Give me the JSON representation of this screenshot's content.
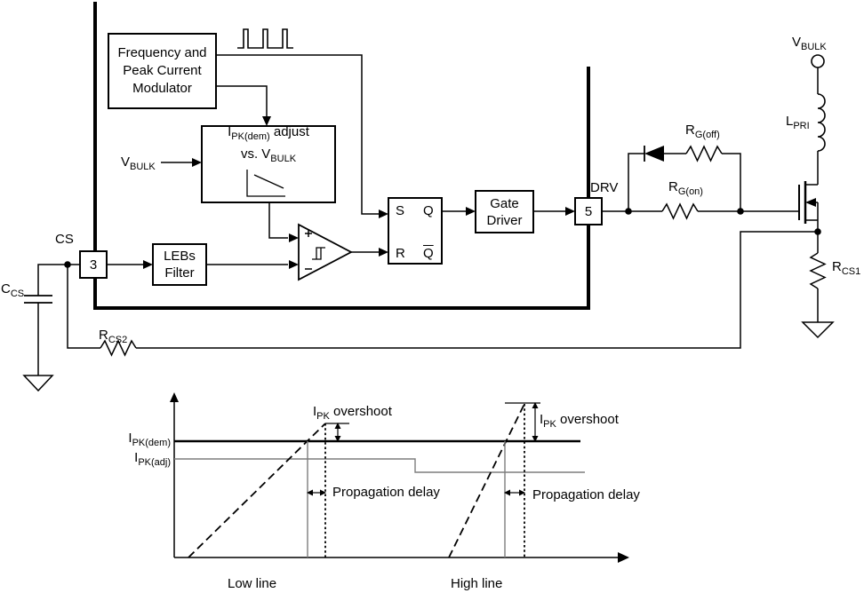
{
  "diagram": {
    "blocks": {
      "freq_mod": {
        "line1": "Frequency and",
        "line2": "Peak Current",
        "line3": "Modulator"
      },
      "ipk_adjust": {
        "l1_base": "I",
        "l1_sub": "PK(dem)",
        "l1_rest": " adjust",
        "l2_pre": "vs. ",
        "l2_base": "V",
        "l2_sub": "BULK"
      },
      "lebs": {
        "line1": "LEBs",
        "line2": "Filter"
      },
      "gate_driver": {
        "line1": "Gate",
        "line2": "Driver"
      },
      "latch": {
        "s": "S",
        "q": "Q",
        "r": "R",
        "qbar": "Q"
      }
    },
    "pins": {
      "cs": {
        "label": "CS",
        "number": "3"
      },
      "drv": {
        "label": "DRV",
        "number": "5"
      }
    },
    "components": {
      "ccs": {
        "base": "C",
        "sub": "CS"
      },
      "rcs2": {
        "base": "R",
        "sub": "CS2"
      },
      "rcs1": {
        "base": "R",
        "sub": "CS1"
      },
      "rg_off": {
        "base": "R",
        "sub": "G(off)"
      },
      "rg_on": {
        "base": "R",
        "sub": "G(on)"
      },
      "lpri": {
        "base": "L",
        "sub": "PRI"
      },
      "vbulk_top": {
        "base": "V",
        "sub": "BULK"
      },
      "vbulk_in": {
        "base": "V",
        "sub": "BULK"
      }
    },
    "graph": {
      "ipk_dem": {
        "base": "I",
        "sub": "PK(dem)"
      },
      "ipk_adj": {
        "base": "I",
        "sub": "PK(adj)"
      },
      "overshoot_low": {
        "base": "I",
        "sub": "PK",
        "rest": " overshoot"
      },
      "overshoot_high": {
        "base": "I",
        "sub": "PK",
        "rest": " overshoot"
      },
      "prop_delay_low": "Propagation delay",
      "prop_delay_high": "Propagation delay",
      "low_line": "Low line",
      "high_line": "High line"
    },
    "colors": {
      "line": "#000000",
      "gray": "#7d7d7d",
      "background": "#ffffff"
    }
  }
}
